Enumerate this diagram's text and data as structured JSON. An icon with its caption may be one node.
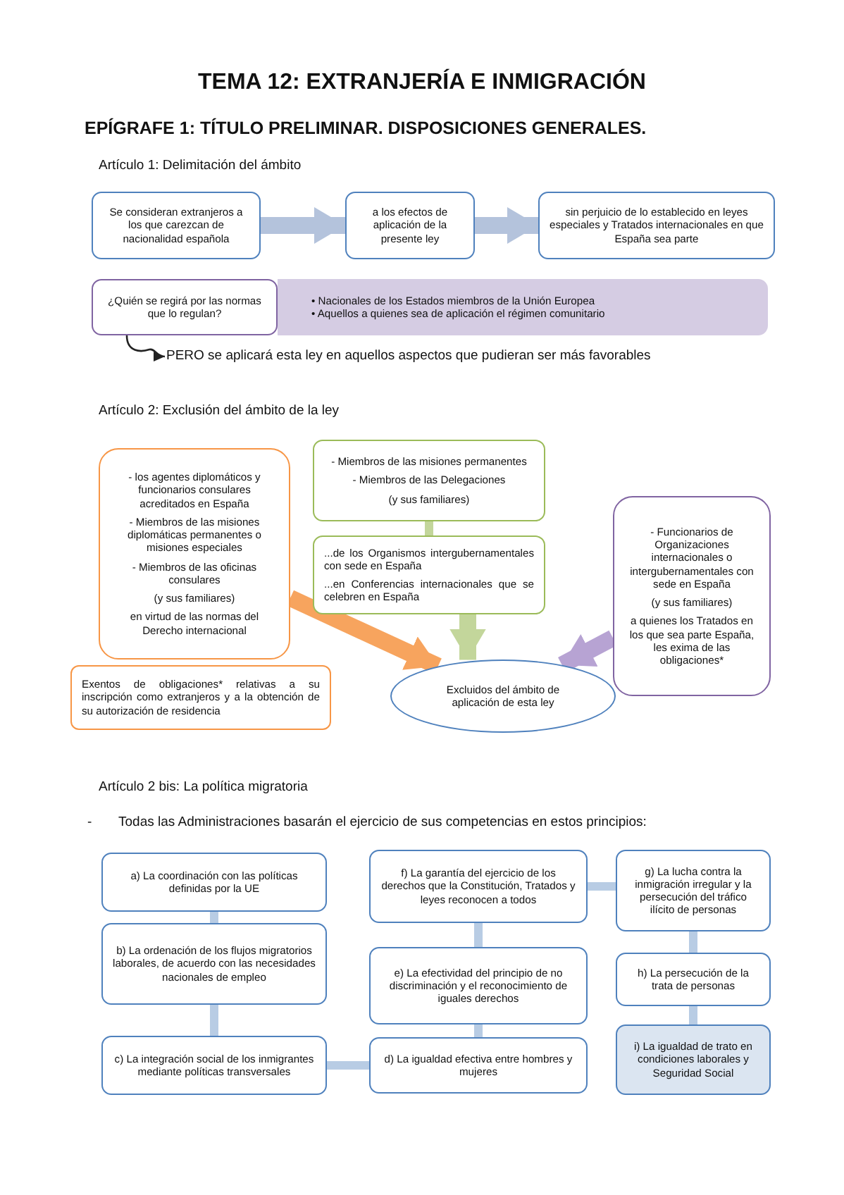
{
  "diagram": {
    "title": "TEMA 12: EXTRANJERÍA E INMIGRACIÓN",
    "nodes": [
      {
        "text": [
          "Se consideran extranjeros a los que carezcan de nacionalidad española"
        ]
      },
      {
        "text": [
          "a los efectos de aplicación de la presente ley"
        ]
      },
      {
        "text": [
          "sin perjuicio de lo establecido en leyes especiales y Tratados internacionales en que España sea parte"
        ]
      },
      {
        "text": [
          "¿Quién se regirá por las normas que lo regulan?"
        ]
      },
      {
        "text": [
          "• Nacionales de los Estados miembros de la Unión Europea",
          "• Aquellos a quienes sea de aplicación el régimen comunitario"
        ]
      },
      {
        "text": [
          "PERO se aplicará esta ley en aquellos aspectos que pudieran ser más favorables"
        ]
      },
      {
        "text": [
          "- los agentes diplomáticos y funcionarios consulares acreditados en España",
          "- Miembros de las misiones diplomáticas permanentes o misiones especiales",
          "- Miembros de las oficinas consulares",
          "(y sus familiares)",
          "en virtud de las normas del Derecho internacional"
        ]
      },
      {
        "text": [
          "Exentos de obligaciones* relativas a su inscripción como extranjeros y a la obtención de su autorización de residencia"
        ]
      },
      {
        "text": [
          "- Miembros de las misiones permanentes",
          "- Miembros de las Delegaciones",
          "(y sus familiares)"
        ]
      },
      {
        "text": [
          "...de los Organismos intergubernamentales con sede en España",
          "...en Conferencias internacionales que se celebren en España"
        ]
      },
      {
        "text": [
          "- Funcionarios de Organizaciones internacionales o intergubernamentales con sede en España",
          "(y sus familiares)",
          "a quienes los Tratados en los que sea parte España, les exima de las obligaciones*"
        ]
      },
      {
        "text": [
          "Excluidos del ámbito de aplicación de esta ley"
        ]
      },
      {
        "text": [
          "a) La coordinación con las políticas definidas por la UE"
        ]
      },
      {
        "text": [
          "b) La ordenación de los flujos migratorios laborales, de acuerdo con las necesidades nacionales de empleo"
        ]
      },
      {
        "text": [
          "c) La integración social de los inmigrantes mediante políticas transversales"
        ]
      },
      {
        "text": [
          "d) La igualdad efectiva entre hombres y mujeres"
        ]
      },
      {
        "text": [
          "e) La efectividad del principio de no discriminación y el reconocimiento de iguales derechos"
        ]
      },
      {
        "text": [
          "f) La garantía del ejercicio de los derechos que la Constitución, Tratados y leyes reconocen a todos"
        ]
      },
      {
        "text": [
          "g) La lucha contra la inmigración irregular y la persecución del tráfico ilícito de personas"
        ]
      },
      {
        "text": [
          "h) La persecución de la trata de personas"
        ]
      },
      {
        "text": [
          "i) La igualdad de trato en condiciones laborales y Seguridad Social"
        ]
      }
    ],
    "edges": [
      {
        "from": 0,
        "to": 1,
        "arrow": "to",
        "style": "thick",
        "color": "#b4c3dc"
      },
      {
        "from": 1,
        "to": 2,
        "arrow": "to",
        "style": "thick",
        "color": "#b4c3dc"
      },
      {
        "from": 3,
        "to": 5,
        "arrow": "to",
        "color": "#222222"
      },
      {
        "from": 6,
        "to": 11,
        "arrow": "to",
        "style": "thick",
        "color": "#f7a45e"
      },
      {
        "from": 8,
        "to": 9,
        "arrow": "none",
        "color": "#c3d69b"
      },
      {
        "from": 9,
        "to": 11,
        "arrow": "to",
        "style": "thick",
        "color": "#c3d69b"
      },
      {
        "from": 10,
        "to": 11,
        "arrow": "to",
        "style": "thick",
        "color": "#b7a3d3"
      },
      {
        "from": 12,
        "to": 13,
        "arrow": "none"
      },
      {
        "from": 13,
        "to": 14,
        "arrow": "none"
      },
      {
        "from": 14,
        "to": 15,
        "arrow": "none"
      },
      {
        "from": 15,
        "to": 16,
        "arrow": "none"
      },
      {
        "from": 16,
        "to": 17,
        "arrow": "none"
      },
      {
        "from": 17,
        "to": 18,
        "arrow": "none"
      },
      {
        "from": 18,
        "to": 19,
        "arrow": "none"
      },
      {
        "from": 19,
        "to": 20,
        "arrow": "none"
      }
    ],
    "labels": [
      "EPÍGRAFE 1: TÍTULO PRELIMINAR. DISPOSICIONES GENERALES.",
      "Artículo 1: Delimitación del ámbito",
      "Artículo 2: Exclusión del ámbito de la ley",
      "Artículo 2 bis: La política migratoria",
      "-",
      "Todas las Administraciones basarán el ejercicio de sus competencias en estos principios:"
    ]
  }
}
